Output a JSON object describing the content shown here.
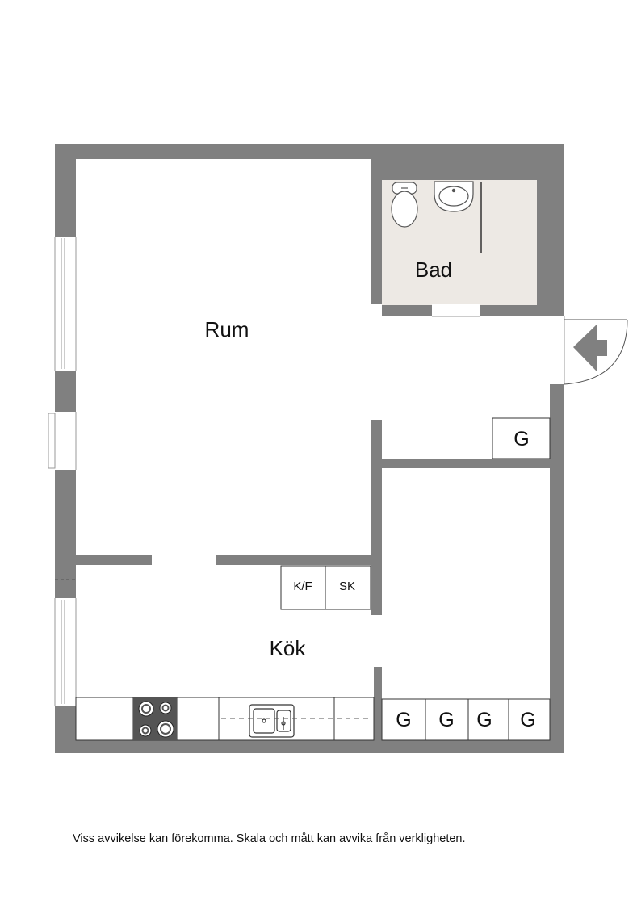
{
  "colors": {
    "wall": "#808080",
    "floor": "#ffffff",
    "bathroom_floor": "#ede9e4",
    "line": "#333333",
    "stove": "#555555"
  },
  "rooms": {
    "rum": "Rum",
    "bad": "Bad",
    "kok": "Kök"
  },
  "fixtures": {
    "kf": "K/F",
    "sk": "SK",
    "g": "G"
  },
  "disclaimer": "Viss avvikelse kan förekomma. Skala och mått kan avvika från verkligheten."
}
